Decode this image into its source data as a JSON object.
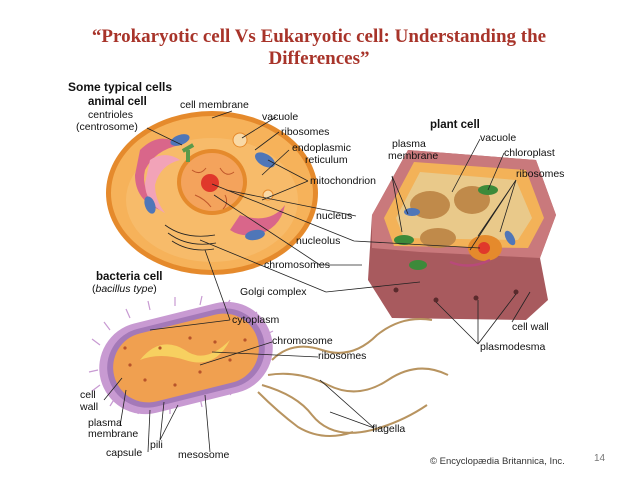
{
  "title": {
    "line1": "“Prokaryotic cell Vs Eukaryotic cell: Understanding the",
    "line2": "Differences”"
  },
  "diagram": {
    "heading": "Some typical cells",
    "animal_cell": {
      "heading": "animal cell",
      "centrioles": "centrioles",
      "centrosome": "(centrosome)",
      "cell_membrane": "cell membrane",
      "vacuole": "vacuole",
      "ribosomes": "ribosomes",
      "endoplasmic": "endoplasmic",
      "reticulum": "reticulum",
      "mitochondrion": "mitochondrion",
      "nucleus": "nucleus",
      "nucleolus": "nucleolus",
      "chromosomes": "chromosomes",
      "golgi": "Golgi complex",
      "cytoplasm": "cytoplasm"
    },
    "plant_cell": {
      "heading": "plant cell",
      "plasma": "plasma",
      "membrane": "membrane",
      "vacuole": "vacuole",
      "chloroplast": "chloroplast",
      "ribosomes": "ribosomes",
      "cell_wall": "cell wall",
      "plasmodesma": "plasmodesma"
    },
    "bacteria_cell": {
      "heading": "bacteria cell",
      "type_open": "(",
      "type_name": "bacillus type",
      "type_close": ")",
      "chromosome": "chromosome",
      "ribosomes": "ribosomes",
      "cell": "cell",
      "wall": "wall",
      "plasma": "plasma",
      "membrane": "membrane",
      "pili": "pili",
      "capsule": "capsule",
      "mesosome": "mesosome",
      "flagella": "flagella"
    },
    "credit": "© Encyclopædia Britannica, Inc."
  },
  "page_number": "14",
  "colors": {
    "title": "#a8342a",
    "cytoplasm": "#f6b25a",
    "membrane": "#e58a2c",
    "nucleus": "#f4a35c",
    "nucleolus": "#e0382b",
    "mitochondria": "#4f76b8",
    "plant_wall": "#a85a5e",
    "chloroplast": "#3c8a3a",
    "bacteria_capsule": "#c89ad2",
    "bacteria_cytoplasm": "#f0a050"
  }
}
